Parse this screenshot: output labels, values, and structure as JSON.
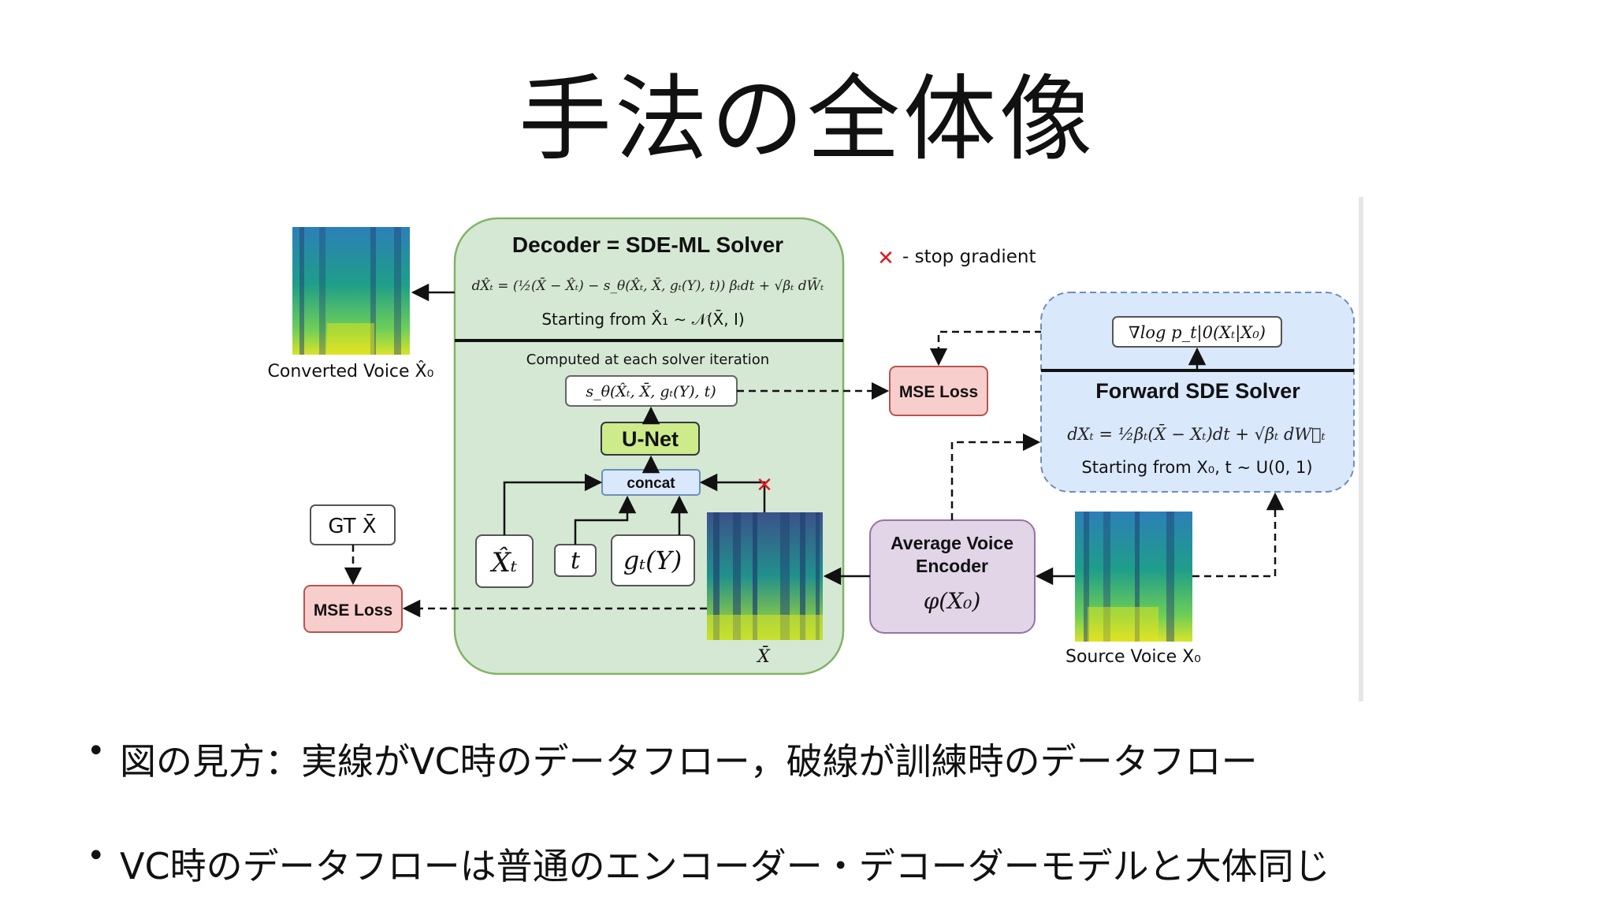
{
  "slide": {
    "title": "手法の全体像"
  },
  "diagram": {
    "decoder": {
      "title": "Decoder = SDE-ML Solver",
      "equation": "dX̂ₜ = (½(X̄ − X̂ₜ) − s_θ(X̂ₜ, X̄, gₜ(Y), t)) βₜdt + √βₜ dW̄ₜ",
      "starting": "Starting from  X̂₁ ∼ 𝒩(X̄, I)",
      "computed_label": "Computed at each solver iteration",
      "score_box": "s_θ(X̂ₜ, X̄, gₜ(Y), t)",
      "unet_label": "U-Net",
      "concat_label": "concat",
      "input_xhat": "X̂ₜ",
      "input_t": "t",
      "input_g": "gₜ(Y)",
      "xbar_label": "X̄"
    },
    "forward": {
      "title": "Forward SDE Solver",
      "gradlog_box": "∇log p_t|0(Xₜ|X₀)",
      "equation": "dXₜ = ½βₜ(X̄ − Xₜ)dt + √βₜ dW⃗ₜ",
      "starting": "Starting from  X₀, t ∼ U(0, 1)"
    },
    "stop_gradient_label": "- stop gradient",
    "stop_gradient_mark": "✕",
    "mse_loss_top": "MSE Loss",
    "mse_loss_bottom": "MSE Loss",
    "gt_box": "GT X̄",
    "encoder": {
      "line1": "Average Voice",
      "line2": "Encoder",
      "formula": "φ(X₀)"
    },
    "converted_voice_label": "Converted Voice X̂₀",
    "source_voice_label": "Source Voice X₀"
  },
  "bullets": [
    "図の見方：実線がVC時のデータフロー，破線が訓練時のデータフロー",
    "VC時のデータフローは普通のエンコーダー・デコーダーモデルと大体同じ"
  ],
  "colors": {
    "decoder_fill": "#d5e8d4",
    "decoder_stroke": "#82b366",
    "forward_fill": "#dae8fc",
    "forward_stroke": "#6c8ebf",
    "mse_fill": "#f8cecc",
    "mse_stroke": "#b85450",
    "encoder_fill": "#e1d5e7",
    "encoder_stroke": "#9673a6",
    "unet_fill": "#cdeb8b",
    "concat_fill": "#dae8fc",
    "stop_red": "#e0191e"
  }
}
